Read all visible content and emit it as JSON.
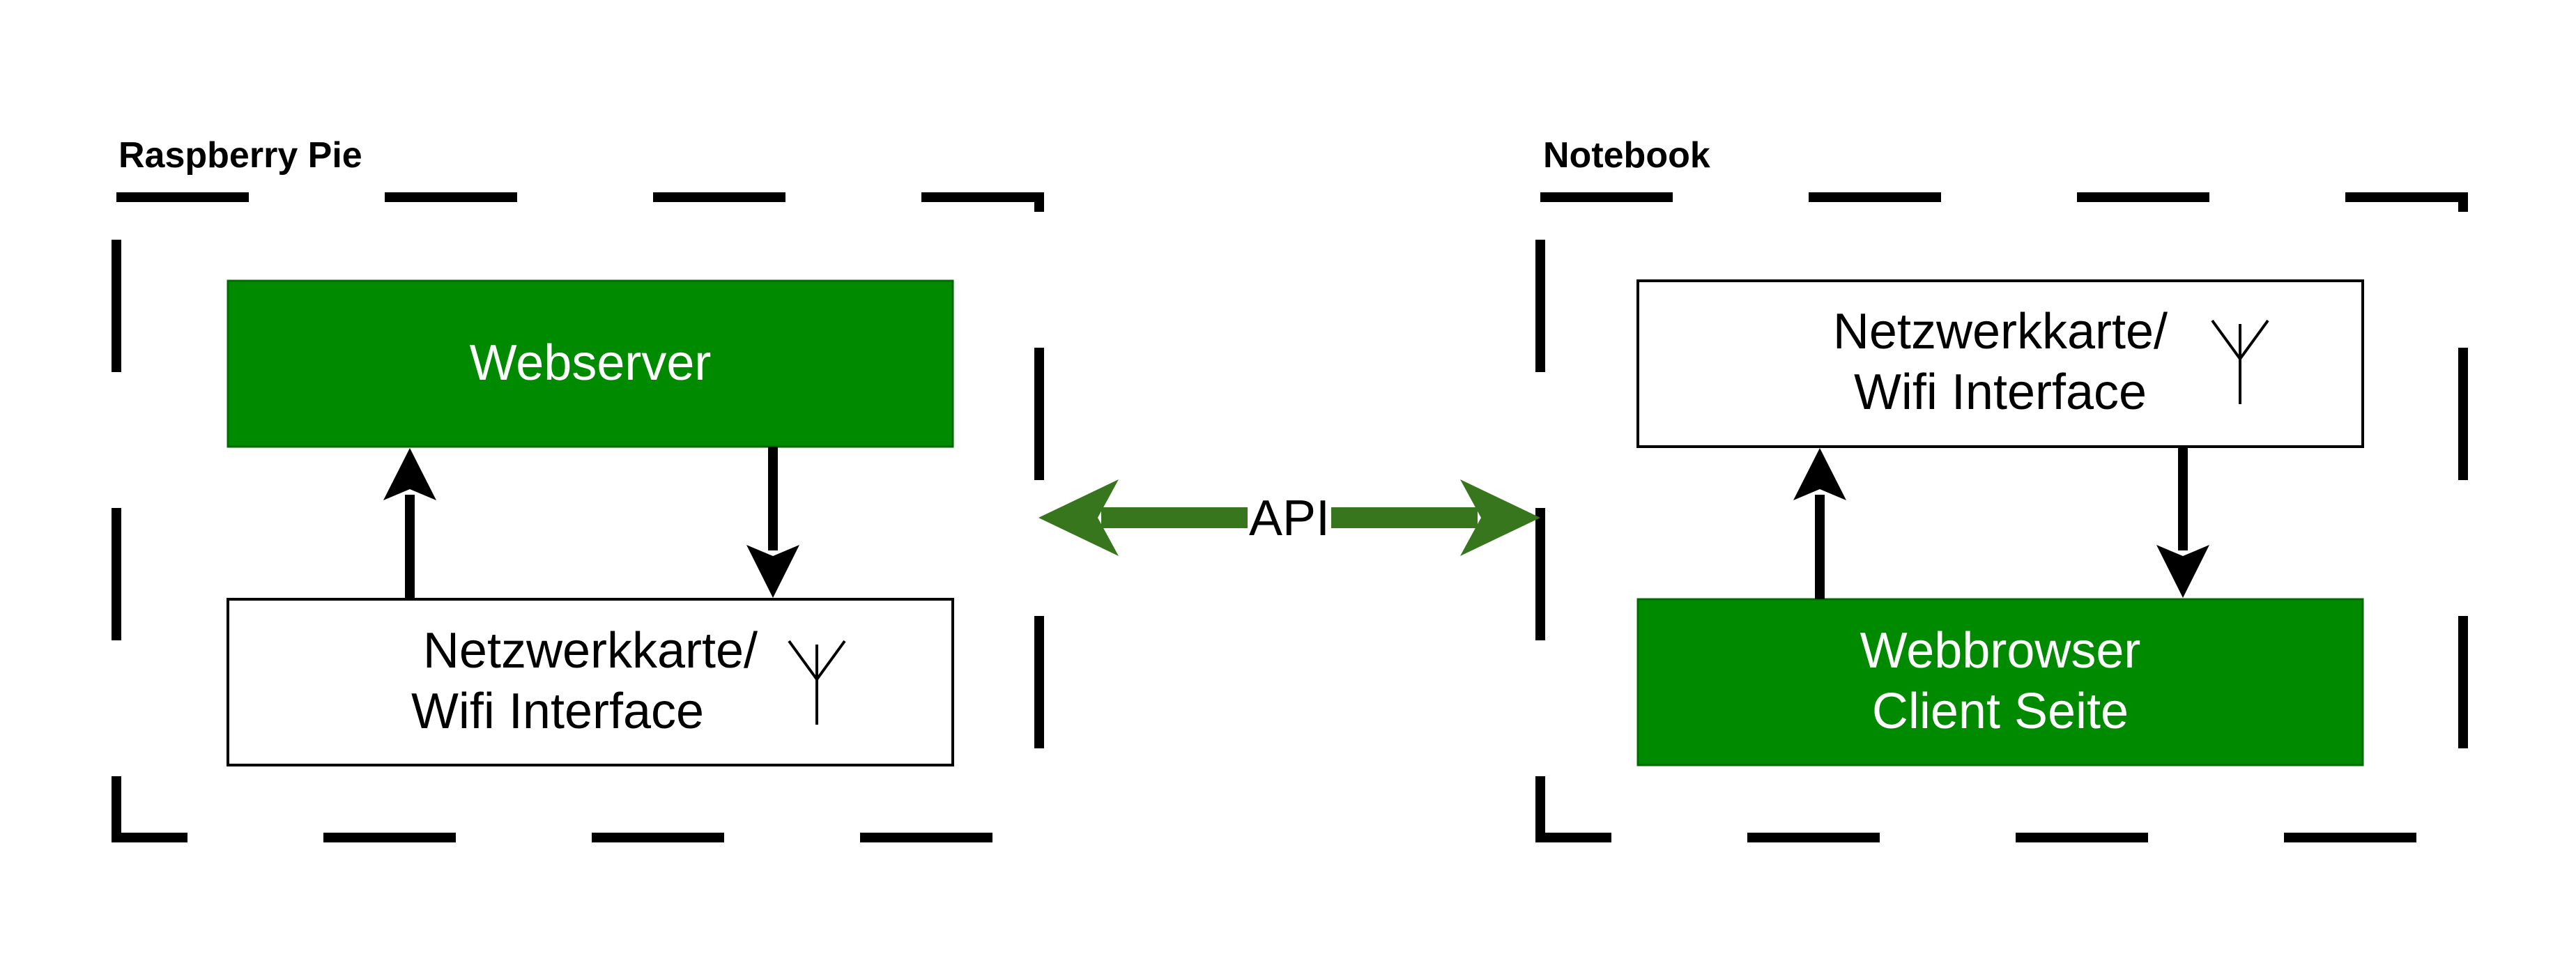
{
  "colors": {
    "green": "#008a00",
    "green_border": "#006b00",
    "api_arrow": "#38761d",
    "stroke": "#000000",
    "white": "#ffffff"
  },
  "groups": {
    "left": {
      "label": "Raspberry Pie"
    },
    "right": {
      "label": "Notebook"
    }
  },
  "left": {
    "server_label": "Webserver",
    "nic_line1": "Netzwerkkarte/",
    "nic_line2": "Wifi Interface",
    "nic_icon": "antenna-icon"
  },
  "right": {
    "nic_line1": "Netzwerkkarte/",
    "nic_line2": "Wifi Interface",
    "nic_icon": "antenna-icon",
    "browser_line1": "Webbrowser",
    "browser_line2": "Client Seite"
  },
  "api": {
    "label": "API"
  }
}
